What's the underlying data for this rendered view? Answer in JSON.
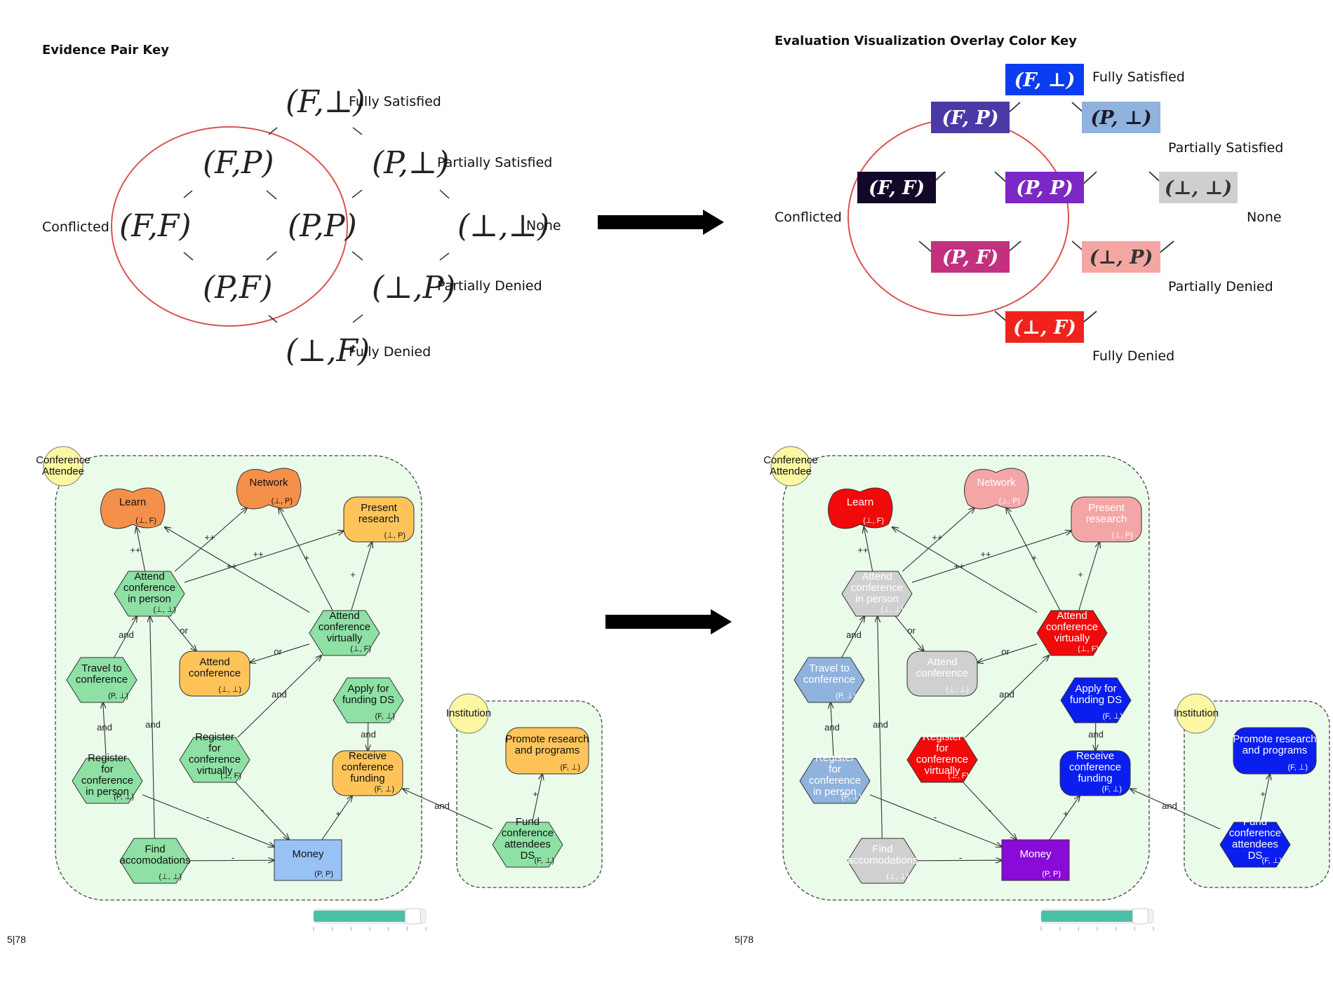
{
  "evidence_key": {
    "title": "Evidence Pair Key",
    "states": [
      {
        "pair": "(F,⊥)",
        "label": "Fully Satisfied"
      },
      {
        "pair": "(F,P)",
        "label": ""
      },
      {
        "pair": "(P,⊥)",
        "label": "Partially Satisfied"
      },
      {
        "pair": "(F,F)",
        "label": "Conflicted"
      },
      {
        "pair": "(P,P)",
        "label": ""
      },
      {
        "pair": "(⊥,⊥)",
        "label": "None"
      },
      {
        "pair": "(P,F)",
        "label": ""
      },
      {
        "pair": "(⊥,P)",
        "label": "Partially Denied"
      },
      {
        "pair": "(⊥,F)",
        "label": "Fully Denied"
      }
    ]
  },
  "overlay_key": {
    "title": "Evaluation Visualization Overlay Color Key",
    "states": [
      {
        "pair": "(F, ⊥)",
        "label": "Fully Satisfied",
        "color": "#0a3cf0",
        "text_color": "#ffffff"
      },
      {
        "pair": "(F, P)",
        "label": "",
        "color": "#4a3aa6",
        "text_color": "#ffffff"
      },
      {
        "pair": "(P, ⊥)",
        "label": "Partially Satisfied",
        "color": "#8fb3dd",
        "text_color": "#1a1a2a"
      },
      {
        "pair": "(F, F)",
        "label": "Conflicted",
        "color": "#14082a",
        "text_color": "#ffffff"
      },
      {
        "pair": "(P, P)",
        "label": "",
        "color": "#7b28c4",
        "text_color": "#ffffff"
      },
      {
        "pair": "(⊥, ⊥)",
        "label": "None",
        "color": "#cfcfcf",
        "text_color": "#333333"
      },
      {
        "pair": "(P, F)",
        "label": "",
        "color": "#c2307e",
        "text_color": "#ffffff"
      },
      {
        "pair": "(⊥, P)",
        "label": "Partially Denied",
        "color": "#f4a6a2",
        "text_color": "#333333"
      },
      {
        "pair": "(⊥, F)",
        "label": "Fully Denied",
        "color": "#f0231c",
        "text_color": "#ffffff"
      }
    ]
  },
  "model": {
    "actors": [
      {
        "id": "attendee",
        "label": "Conference Attendee"
      },
      {
        "id": "institution",
        "label": "Institution"
      }
    ],
    "nodes": [
      {
        "id": "learn",
        "label": "Learn",
        "type": "softgoal",
        "pair": "(⊥, F)",
        "before_color": "#f4904a",
        "after_color": "#f20a0a",
        "after_text": "#ffffff"
      },
      {
        "id": "network",
        "label": "Network",
        "type": "softgoal",
        "pair": "(⊥, P)",
        "before_color": "#f4904a",
        "after_color": "#f4a6a6",
        "after_text": "#ffffff"
      },
      {
        "id": "present",
        "label": "Present research",
        "type": "goal",
        "pair": "(⊥, P)",
        "before_color": "#fec45a",
        "after_color": "#f4a6a6",
        "after_text": "#ffffff"
      },
      {
        "id": "attend_person",
        "label": "Attend conference in person",
        "type": "task",
        "pair": "(⊥, ⊥)",
        "before_color": "#8ee0a4",
        "after_color": "#d0d0d0",
        "after_text": "#ffffff"
      },
      {
        "id": "attend_virtual",
        "label": "Attend conference virtually",
        "type": "task",
        "pair": "(⊥, F)",
        "before_color": "#8ee0a4",
        "after_color": "#f20a0a",
        "after_text": "#ffffff"
      },
      {
        "id": "travel",
        "label": "Travel to conference",
        "type": "task",
        "pair": "(P, ⊥)",
        "before_color": "#8ee0a4",
        "after_color": "#8fb3dd",
        "after_text": "#ffffff"
      },
      {
        "id": "attend_conf",
        "label": "Attend conference",
        "type": "goal",
        "pair": "(⊥, ⊥)",
        "before_color": "#fec45a",
        "after_color": "#d0d0d0",
        "after_text": "#ffffff"
      },
      {
        "id": "apply_funding",
        "label": "Apply for funding DS",
        "type": "task",
        "pair": "(F, ⊥)",
        "before_color": "#8ee0a4",
        "after_color": "#0a1ef0",
        "after_text": "#ffffff"
      },
      {
        "id": "register_person",
        "label": "Register for conference in person",
        "type": "task",
        "pair": "(P, ⊥)",
        "before_color": "#8ee0a4",
        "after_color": "#8fb3dd",
        "after_text": "#ffffff"
      },
      {
        "id": "register_virtual",
        "label": "Register for conference virtually",
        "type": "task",
        "pair": "(⊥, F)",
        "before_color": "#8ee0a4",
        "after_color": "#f20a0a",
        "after_text": "#ffffff"
      },
      {
        "id": "receive_funding",
        "label": "Receive conference funding",
        "type": "goal",
        "pair": "(F, ⊥)",
        "before_color": "#fec45a",
        "after_color": "#0a1ef0",
        "after_text": "#ffffff"
      },
      {
        "id": "find_accom",
        "label": "Find accomodations",
        "type": "task",
        "pair": "(⊥, ⊥)",
        "before_color": "#8ee0a4",
        "after_color": "#d0d0d0",
        "after_text": "#ffffff"
      },
      {
        "id": "money",
        "label": "Money",
        "type": "resource",
        "pair": "(P, P)",
        "before_color": "#99c2f4",
        "after_color": "#8a0ad8",
        "after_text": "#ffffff"
      },
      {
        "id": "promote",
        "label": "Promote research and programs",
        "type": "goal",
        "pair": "(F, ⊥)",
        "before_color": "#fec45a",
        "after_color": "#0a1ef0",
        "after_text": "#ffffff"
      },
      {
        "id": "fund_attendees",
        "label": "Fund conference attendees DS",
        "type": "task",
        "pair": "(F, ⊥)",
        "before_color": "#8ee0a4",
        "after_color": "#0a1ef0",
        "after_text": "#ffffff"
      }
    ],
    "link_labels": {
      "plusplus": "++",
      "plus": "+",
      "minus": "-",
      "and": "and",
      "or": "or"
    }
  },
  "footer": {
    "page_left": "5|78",
    "page_right": "5|78",
    "slider_value": 0.84
  }
}
